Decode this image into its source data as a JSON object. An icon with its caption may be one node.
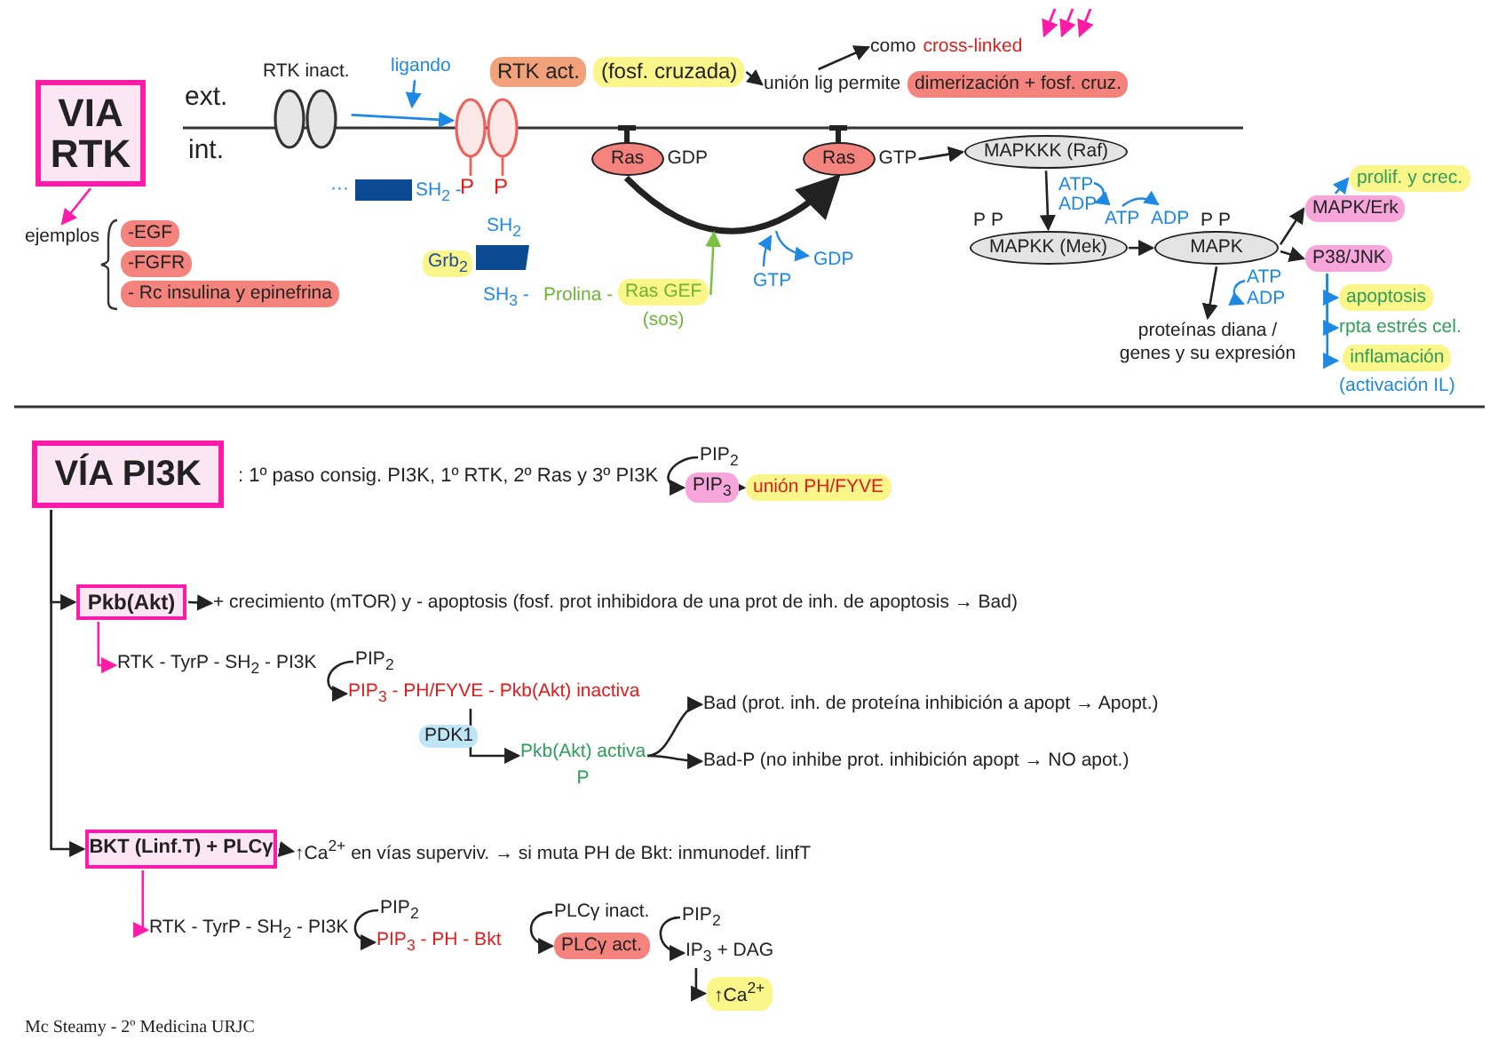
{
  "diagram": {
    "nodes": [
      {
        "text": [
          "VIA RTK"
        ]
      },
      {
        "text": [
          "ejemplos"
        ]
      },
      {
        "text": [
          "-EGF"
        ]
      },
      {
        "text": [
          "-FGFR"
        ]
      },
      {
        "text": [
          "- Rc insulina y epinefrina"
        ]
      },
      {
        "text": [],
        "shape": "ellipse",
        "beside": [
          "RTK inact."
        ]
      },
      {
        "text": [
          "ligando"
        ]
      },
      {
        "text": [],
        "shape": "ellipse"
      },
      {
        "text": [
          "RTK act.",
          "(fosf. cruzada)"
        ]
      },
      {
        "text": [
          "unión lig permite",
          "dimerización + fosf. cruz."
        ]
      },
      {
        "text": [
          "como",
          "cross-linked"
        ]
      },
      {
        "text": [
          "Ras"
        ],
        "beside": [
          "GDP"
        ]
      },
      {
        "text": [
          "Ras"
        ],
        "beside": [
          "GTP"
        ]
      },
      {
        "text": [
          "Ras GEF"
        ],
        "beside": [
          "(sos)"
        ]
      },
      {
        "text": [
          "MAPKKK (Raf)"
        ]
      },
      {
        "text": [
          "MAPKK (Mek)"
        ]
      },
      {
        "text": [
          "MAPK"
        ]
      },
      {
        "text": [
          "MAPK/Erk"
        ]
      },
      {
        "text": [
          "P38/JNK"
        ]
      },
      {
        "text": [
          "prolif. y crec."
        ]
      },
      {
        "text": [
          "apoptosis"
        ]
      },
      {
        "text": [
          "rpta estrés cel."
        ]
      },
      {
        "text": [
          "inflamación"
        ],
        "beside": [
          "(activación IL)"
        ]
      },
      {
        "text": [
          "proteínas diana / genes y su expresión"
        ]
      },
      {
        "text": [
          "VÍA PI3K"
        ]
      },
      {
        "text": [
          "PIP$_{2}$"
        ]
      },
      {
        "text": [
          "PIP$_{3}$"
        ]
      },
      {
        "text": [
          "unión PH/FYVE"
        ]
      },
      {
        "text": [
          "Pkb(Akt)"
        ]
      },
      {
        "text": [
          "+ crecimiento (mTOR) y - apoptosis (fosf. prot inhibidora de una prot de inh. de apoptosis → Bad)"
        ]
      },
      {
        "text": [
          "RTK - TyrP - SH$_{2}$ - PI3K"
        ]
      },
      {
        "text": [
          "PIP$_{2}$"
        ]
      },
      {
        "text": [
          "PIP$_{3}$ - PH/FYVE - Pkb(Akt) inactiva"
        ]
      },
      {
        "text": [
          "Pkb(Akt) activa"
        ],
        "beside": [
          "P"
        ]
      },
      {
        "text": [
          "Bad (prot. inh. de proteína inhibición a apopt → Apopt.)"
        ]
      },
      {
        "text": [
          "Bad-P (no inhibe prot. inhibición apopt → NO apot.)"
        ]
      },
      {
        "text": [
          "BKT (Linf.T) + PLCγ"
        ]
      },
      {
        "text": [
          "↑Ca$^{2+}$ en vías superviv. → si muta PH de Bkt: inmunodef. linfT"
        ]
      },
      {
        "text": [
          "RTK - TyrP - SH$_{2}$ - PI3K"
        ]
      },
      {
        "text": [
          "PIP$_{2}$"
        ]
      },
      {
        "text": [
          "PIP$_{3}$ - PH - Bkt"
        ]
      },
      {
        "text": [
          "PLCγ inact."
        ]
      },
      {
        "text": [
          "PLCγ act."
        ]
      },
      {
        "text": [
          "PIP$_{2}$"
        ]
      },
      {
        "text": [
          "IP$_{3}$ + DAG"
        ]
      },
      {
        "text": [
          "↑Ca$^{2+}$"
        ]
      }
    ],
    "edges": [
      {
        "from": 0,
        "to": 1,
        "arrow": "to",
        "color": "#ff1aa8"
      },
      {
        "from": 5,
        "to": 7,
        "arrow": "to",
        "color": "#1e88e5"
      },
      {
        "from": 6,
        "to": null,
        "arrow": "to",
        "color": "#1e88e5"
      },
      {
        "from": 8,
        "to": 9,
        "arrow": "to"
      },
      {
        "from": 9,
        "to": 10,
        "arrow": "to"
      },
      {
        "from": 11,
        "to": 12,
        "arrow": "to",
        "style": "thick"
      },
      {
        "from": 13,
        "to": null,
        "arrow": "to",
        "color": "#7cc242"
      },
      {
        "from": 12,
        "to": 14,
        "arrow": "to"
      },
      {
        "from": 14,
        "to": 15,
        "arrow": "to"
      },
      {
        "from": 15,
        "to": 16,
        "arrow": "to"
      },
      {
        "from": 16,
        "to": 17,
        "arrow": "to"
      },
      {
        "from": 16,
        "to": 18,
        "arrow": "to"
      },
      {
        "from": 16,
        "to": 23,
        "arrow": "to"
      },
      {
        "from": 17,
        "to": 19,
        "arrow": "to",
        "color": "#1e88e5"
      },
      {
        "from": 18,
        "to": 20,
        "arrow": "to",
        "color": "#1e88e5"
      },
      {
        "from": 18,
        "to": 21,
        "arrow": "to",
        "color": "#1e88e5"
      },
      {
        "from": 18,
        "to": 22,
        "arrow": "to",
        "color": "#1e88e5"
      },
      {
        "from": 24,
        "to": 28,
        "arrow": "to"
      },
      {
        "from": 24,
        "to": 36,
        "arrow": "to"
      },
      {
        "from": 25,
        "to": 26,
        "arrow": "to"
      },
      {
        "from": 26,
        "to": 27,
        "arrow": "to"
      },
      {
        "from": 28,
        "to": 29,
        "arrow": "to"
      },
      {
        "from": 28,
        "to": 30,
        "arrow": "to",
        "color": "#ff1aa8"
      },
      {
        "from": 31,
        "to": 32,
        "arrow": "to"
      },
      {
        "from": 32,
        "to": 33,
        "arrow": "to",
        "label": "PDK1"
      },
      {
        "from": 33,
        "to": 34,
        "arrow": "to"
      },
      {
        "from": 33,
        "to": 35,
        "arrow": "to"
      },
      {
        "from": 36,
        "to": 37,
        "arrow": "to"
      },
      {
        "from": 36,
        "to": 38,
        "arrow": "to",
        "color": "#ff1aa8"
      },
      {
        "from": 39,
        "to": 40,
        "arrow": "to"
      },
      {
        "from": 41,
        "to": 42,
        "arrow": "to"
      },
      {
        "from": 43,
        "to": 44,
        "arrow": "to"
      },
      {
        "from": 44,
        "to": 45,
        "arrow": "to"
      }
    ],
    "labels": [
      "ext.",
      "int.",
      "···",
      "SH$_{2}$ -",
      "P",
      "P",
      "SH$_{2}$",
      "Grb$_{2}$",
      "SH$_{3}$ -",
      "Prolina -",
      "GTP",
      "GDP",
      "ATP",
      "ADP",
      "P",
      "P",
      "ATP",
      "ADP",
      "P",
      "P",
      "ATP",
      "ADP",
      ": 1º paso consig. PI3K, 1º RTK, 2º Ras y 3º PI3K",
      "Mc Steamy - 2º Medicina URJC"
    ]
  }
}
